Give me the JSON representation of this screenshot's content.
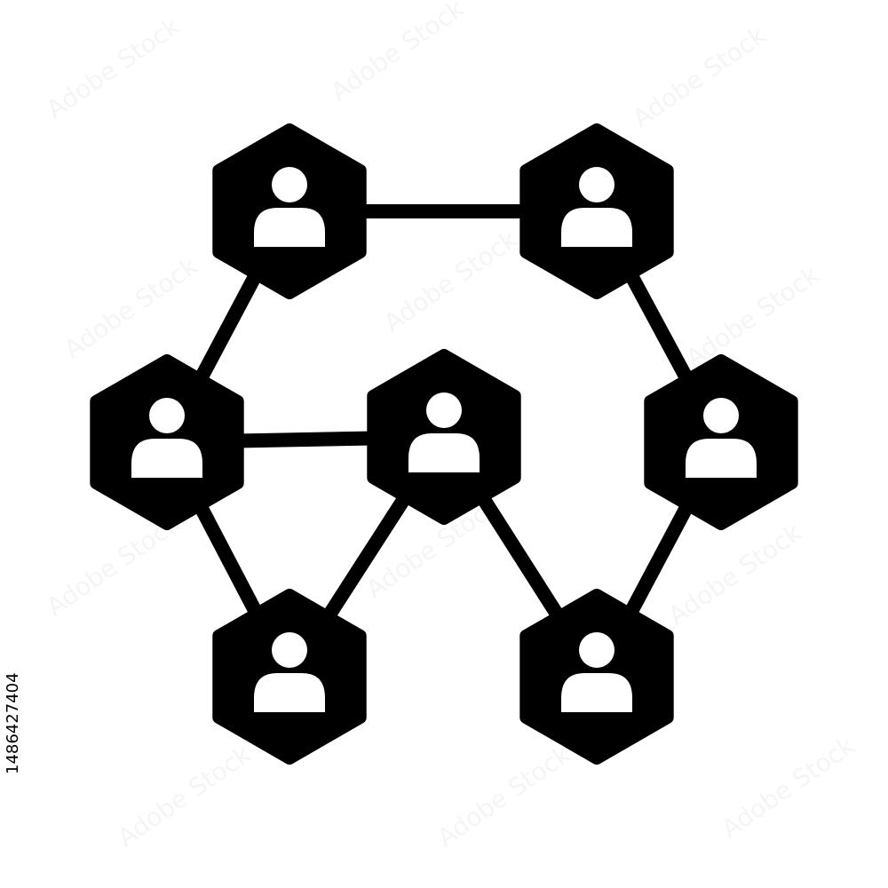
{
  "diagram": {
    "node_icon": "user-icon",
    "node_shape": "hexagon",
    "colors": {
      "node_fill": "#000000",
      "icon_fill": "#ffffff",
      "connector": "#000000",
      "background": "#ffffff"
    },
    "nodes": [
      {
        "id": "top-left"
      },
      {
        "id": "top-right"
      },
      {
        "id": "mid-left"
      },
      {
        "id": "center"
      },
      {
        "id": "mid-right"
      },
      {
        "id": "bottom-left"
      },
      {
        "id": "bottom-right"
      }
    ],
    "connections": [
      [
        "top-left",
        "top-right"
      ],
      [
        "top-left",
        "mid-left"
      ],
      [
        "top-right",
        "mid-right"
      ],
      [
        "mid-left",
        "center"
      ],
      [
        "mid-left",
        "bottom-left"
      ],
      [
        "center",
        "bottom-left"
      ],
      [
        "center",
        "bottom-right"
      ],
      [
        "mid-right",
        "bottom-right"
      ]
    ]
  },
  "stock_id": "1486427404",
  "watermark": "Adobe Stock"
}
